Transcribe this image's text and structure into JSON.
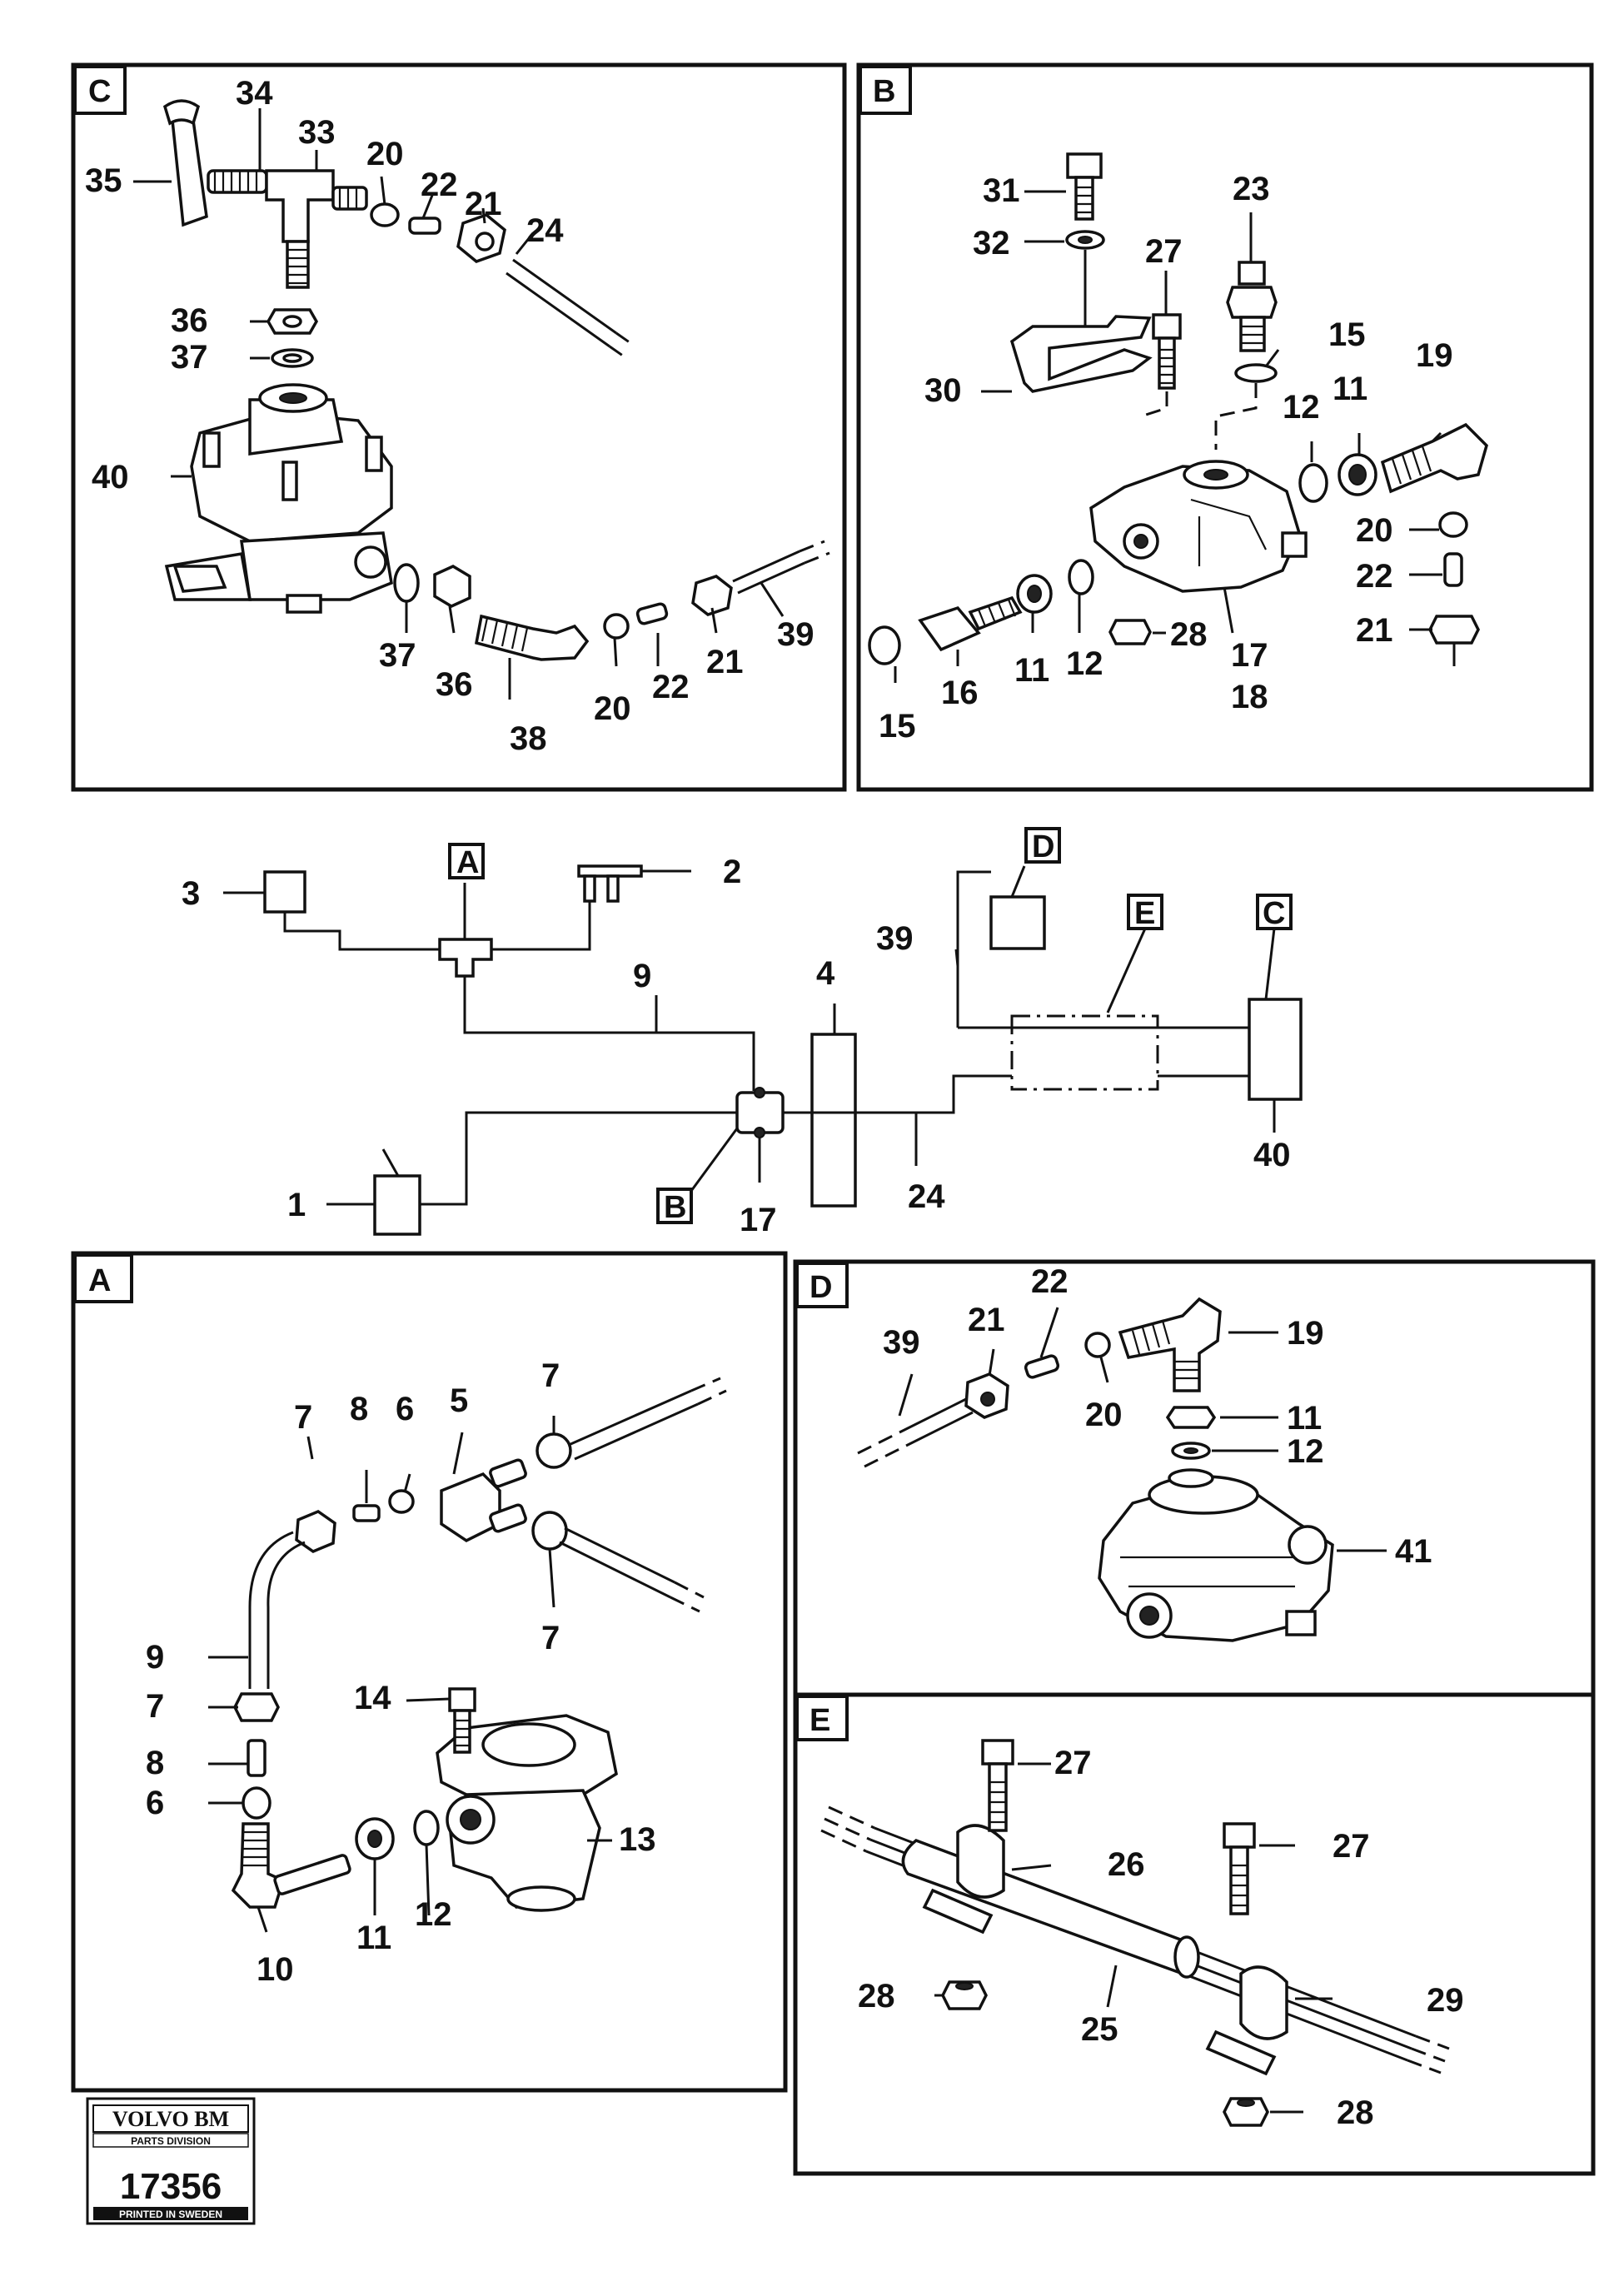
{
  "panels": {
    "C": {
      "tag": "C",
      "callouts": [
        "34",
        "33",
        "35",
        "20",
        "22",
        "21",
        "24",
        "36",
        "37",
        "40",
        "37",
        "36",
        "38",
        "20",
        "22",
        "21",
        "39"
      ]
    },
    "B": {
      "tag": "B",
      "callouts": [
        "31",
        "32",
        "23",
        "27",
        "15",
        "19",
        "30",
        "12",
        "11",
        "20",
        "22",
        "21",
        "28",
        "17",
        "18",
        "16",
        "15",
        "11",
        "12"
      ]
    },
    "A": {
      "tag": "A",
      "callouts": [
        "7",
        "8",
        "6",
        "5",
        "7",
        "7",
        "9",
        "14",
        "7",
        "8",
        "6",
        "13",
        "11",
        "12",
        "10"
      ]
    },
    "D": {
      "tag": "D",
      "callouts": [
        "39",
        "21",
        "22",
        "19",
        "20",
        "11",
        "12",
        "41"
      ]
    },
    "E": {
      "tag": "E",
      "callouts": [
        "27",
        "26",
        "27",
        "29",
        "28",
        "25",
        "28"
      ]
    }
  },
  "schematic": {
    "callouts": [
      "3",
      "2",
      "9",
      "39",
      "4",
      "1",
      "17",
      "24",
      "40"
    ],
    "tags": [
      "A",
      "D",
      "E",
      "C",
      "B"
    ]
  },
  "stamp": {
    "brand": "VOLVO BM",
    "division": "PARTS DIVISION",
    "number": "17356",
    "printed": "PRINTED IN SWEDEN"
  }
}
